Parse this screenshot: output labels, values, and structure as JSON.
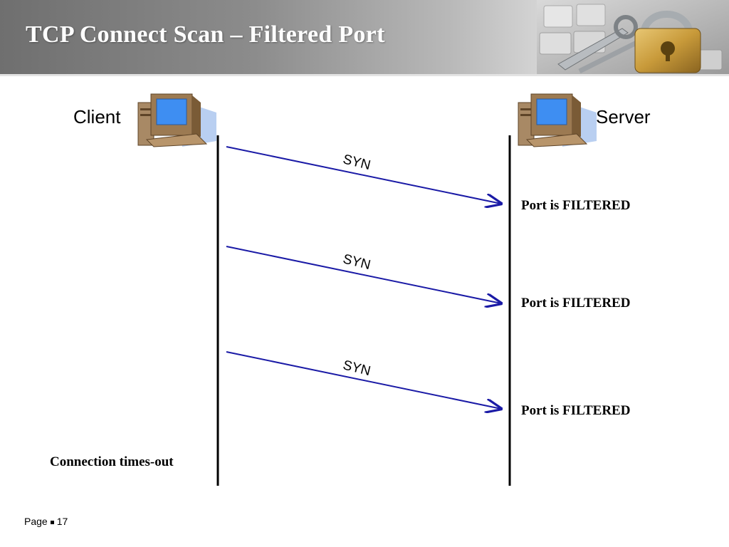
{
  "slide": {
    "title": "TCP Connect Scan – Filtered Port",
    "footer": {
      "page_label": "Page",
      "page_number": "17"
    }
  },
  "diagram": {
    "client_label": "Client",
    "server_label": "Server",
    "messages": [
      {
        "label": "SYN",
        "server_note": "Port is FILTERED"
      },
      {
        "label": "SYN",
        "server_note": "Port is FILTERED"
      },
      {
        "label": "SYN",
        "server_note": "Port is FILTERED"
      }
    ],
    "client_note": "Connection times-out"
  },
  "icons": {
    "client": "computer-icon",
    "server": "computer-icon",
    "header_image": "padlock-keys-photo"
  },
  "colors": {
    "arrow": "#1a1aa6",
    "monitor_screen": "#3e8ef2",
    "computer_body": "#8b6a45"
  }
}
